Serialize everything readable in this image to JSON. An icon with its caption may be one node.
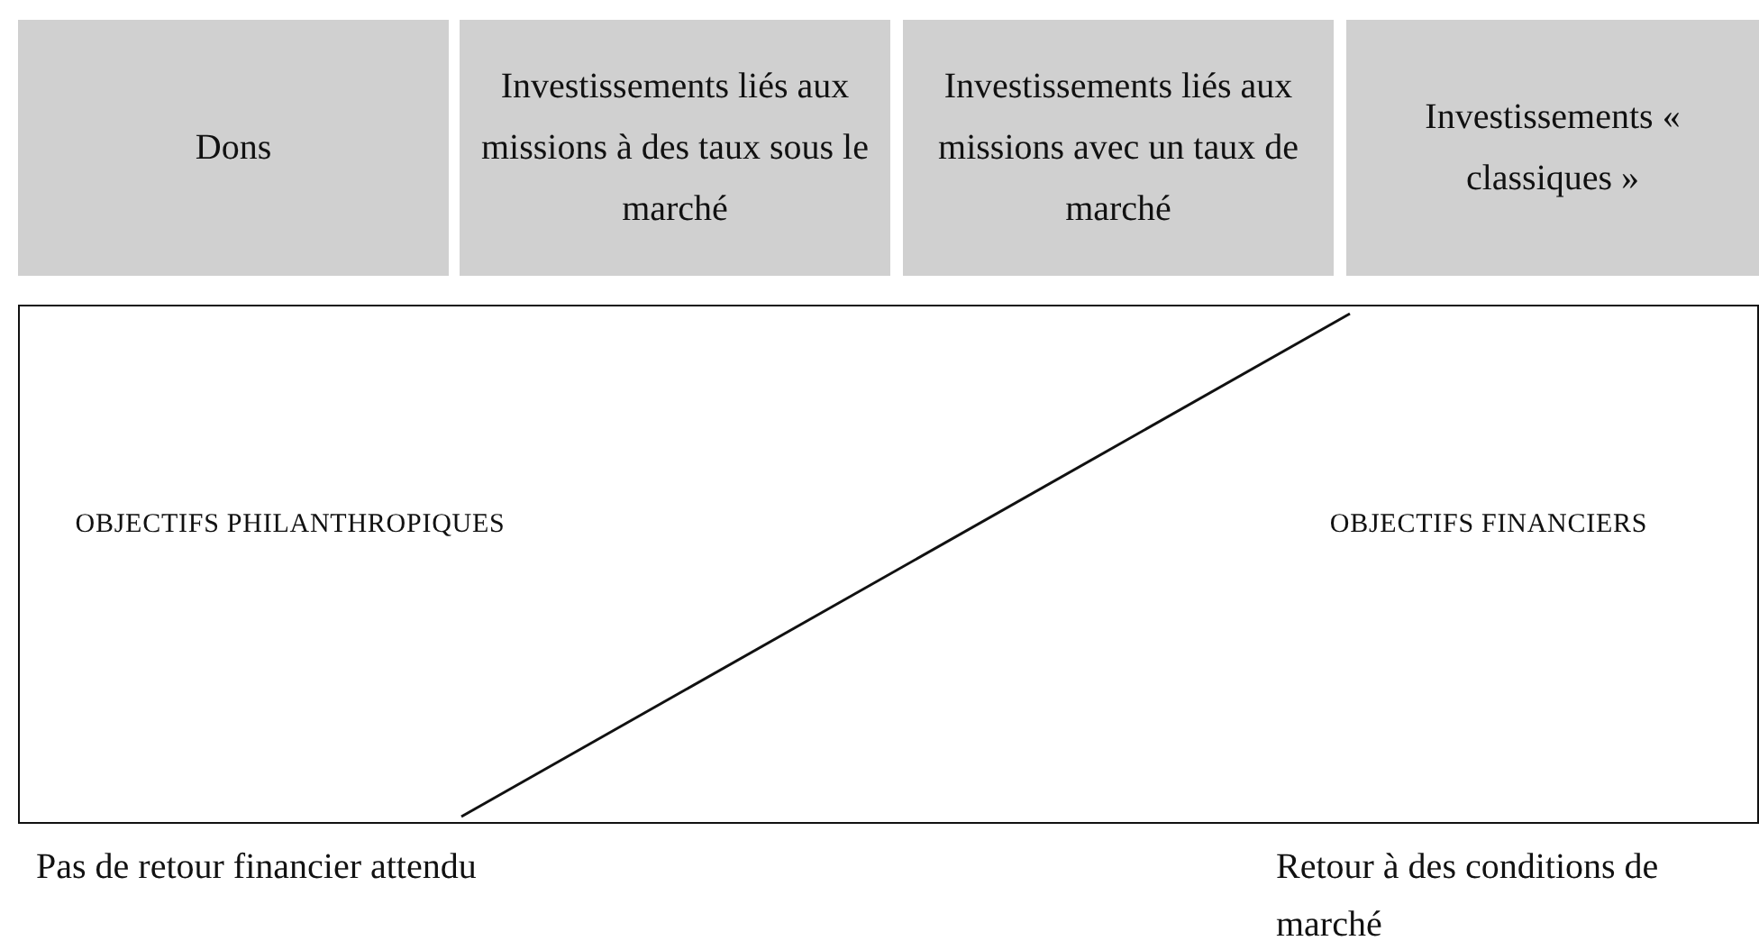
{
  "diagram": {
    "nodes": [
      {
        "text": [
          "Dons"
        ]
      },
      {
        "text": [
          "Investissements liés aux missions à des taux sous le marché"
        ]
      },
      {
        "text": [
          "Investissements liés aux missions avec un taux de marché"
        ]
      },
      {
        "text": [
          "Investissements « classiques »"
        ]
      },
      {
        "text": [
          "OBJECTIFS PHILANTHROPIQUES",
          "OBJECTIFS FINANCIERS"
        ]
      }
    ],
    "labels": [
      "Pas de retour financier attendu",
      "Retour à des conditions de marché"
    ]
  }
}
